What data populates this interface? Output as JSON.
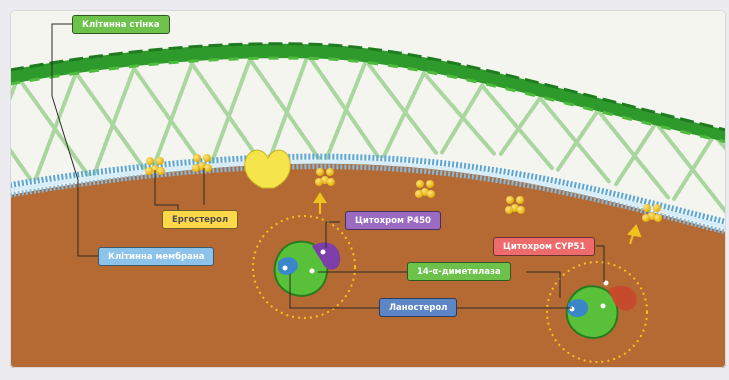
{
  "labels": {
    "cell_wall": "Клітинна стінка",
    "cell_membrane": "Клітинна мембрана",
    "ergosterol": "Ергостерол",
    "cytochrome_p450": "Цитохром P450",
    "cytochrome_cyp51": "Цитохром CYP51",
    "demethylase": "14-α-диметилаза",
    "lanosterol": "Ланостерол"
  },
  "colors": {
    "frame_bg": "#ececf0",
    "sky": "#f4f5ef",
    "cytoplasm": "#b56a34",
    "cell_wall_green": "#2f9a2c",
    "fibre_green": "#a6d49a",
    "membrane_blue": "#5aa6d8",
    "ergosterol_yellow": "#f2c21c",
    "label_green": "#6cc24a",
    "label_blue": "#8cc3ea",
    "label_yellow": "#ffd84a",
    "label_purple": "#9b6bc4",
    "label_red": "#ee6b6b",
    "label_steel": "#5c86c6"
  }
}
